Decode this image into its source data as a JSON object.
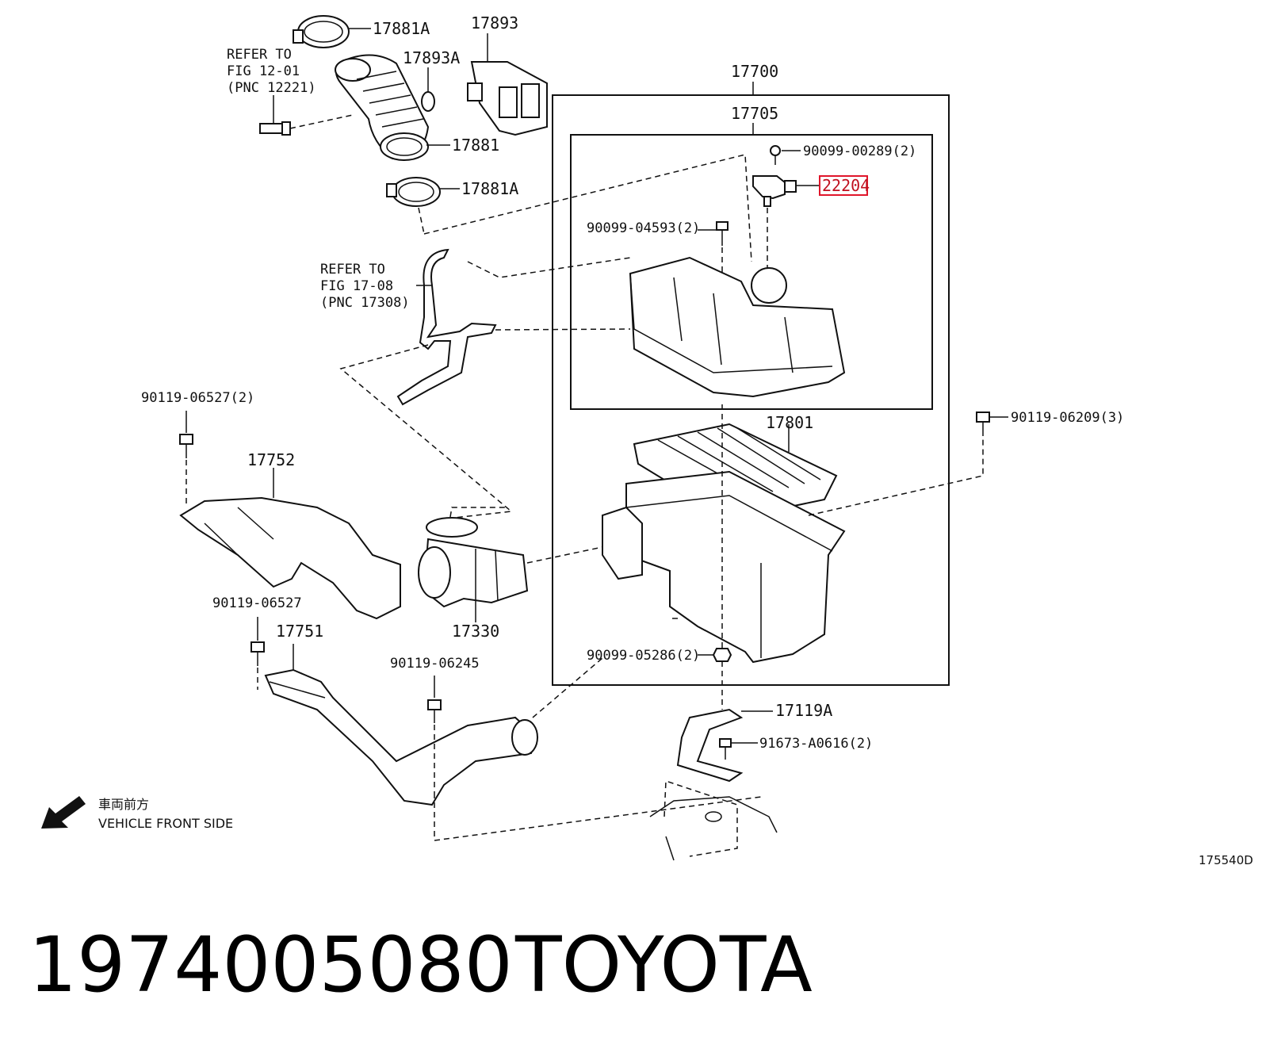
{
  "diagram": {
    "labels": {
      "p17881a_top": "17881A",
      "p17893": "17893",
      "p17893a": "17893A",
      "p17881": "17881",
      "p17881a_bottom": "17881A",
      "p17700": "17700",
      "p17705": "17705",
      "p90099_00289": "90099-00289(2)",
      "p22204": "22204",
      "p90099_04593": "90099-04593(2)",
      "p17801": "17801",
      "p90119_06209": "90119-06209(3)",
      "p90119_06527_2": "90119-06527(2)",
      "p17752": "17752",
      "p17330": "17330",
      "p90119_06527": "90119-06527",
      "p17751": "17751",
      "p90119_06245": "90119-06245",
      "p90099_05286": "90099-05286(2)",
      "p17119a": "17119A",
      "p91673_a0616": "91673-A0616(2)"
    },
    "refer_12": [
      "REFER TO",
      "FIG 12-01",
      "(PNC 12221)"
    ],
    "refer_17": [
      "REFER TO",
      "FIG 17-08",
      "(PNC 17308)"
    ],
    "direction_jp": "車両前方",
    "direction_en": "VEHICLE FRONT SIDE",
    "illustration_code": "175540D",
    "highlight_color": "#e0162b"
  },
  "footer": {
    "part_number": "1974005080",
    "brand": "TOYOTA"
  }
}
